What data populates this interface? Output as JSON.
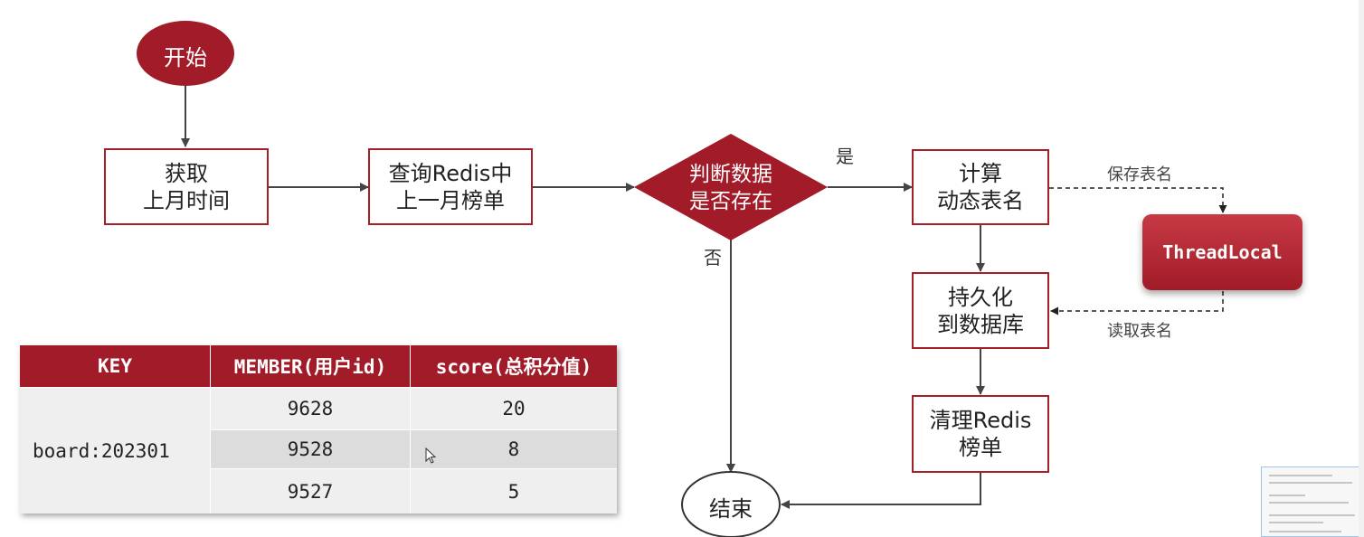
{
  "nodes": {
    "start": "开始",
    "get_time": "获取\n上月时间",
    "query_redis": "查询Redis中\n上一月榜单",
    "decision": "判断数据\n是否存在",
    "calc_name": "计算\n动态表名",
    "persist": "持久化\n到数据库",
    "clean": "清理Redis\n榜单",
    "end": "结束",
    "threadlocal": "ThreadLocal"
  },
  "edge_labels": {
    "yes": "是",
    "no": "否",
    "save_name": "保存表名",
    "read_name": "读取表名"
  },
  "colors": {
    "accent": "#a51f2a"
  },
  "table": {
    "headers": [
      "KEY",
      "MEMBER(用户id)",
      "score(总积分值)"
    ],
    "key": "board:202301",
    "rows": [
      {
        "member": "9628",
        "score": "20"
      },
      {
        "member": "9528",
        "score": "8"
      },
      {
        "member": "9527",
        "score": "5"
      }
    ]
  }
}
